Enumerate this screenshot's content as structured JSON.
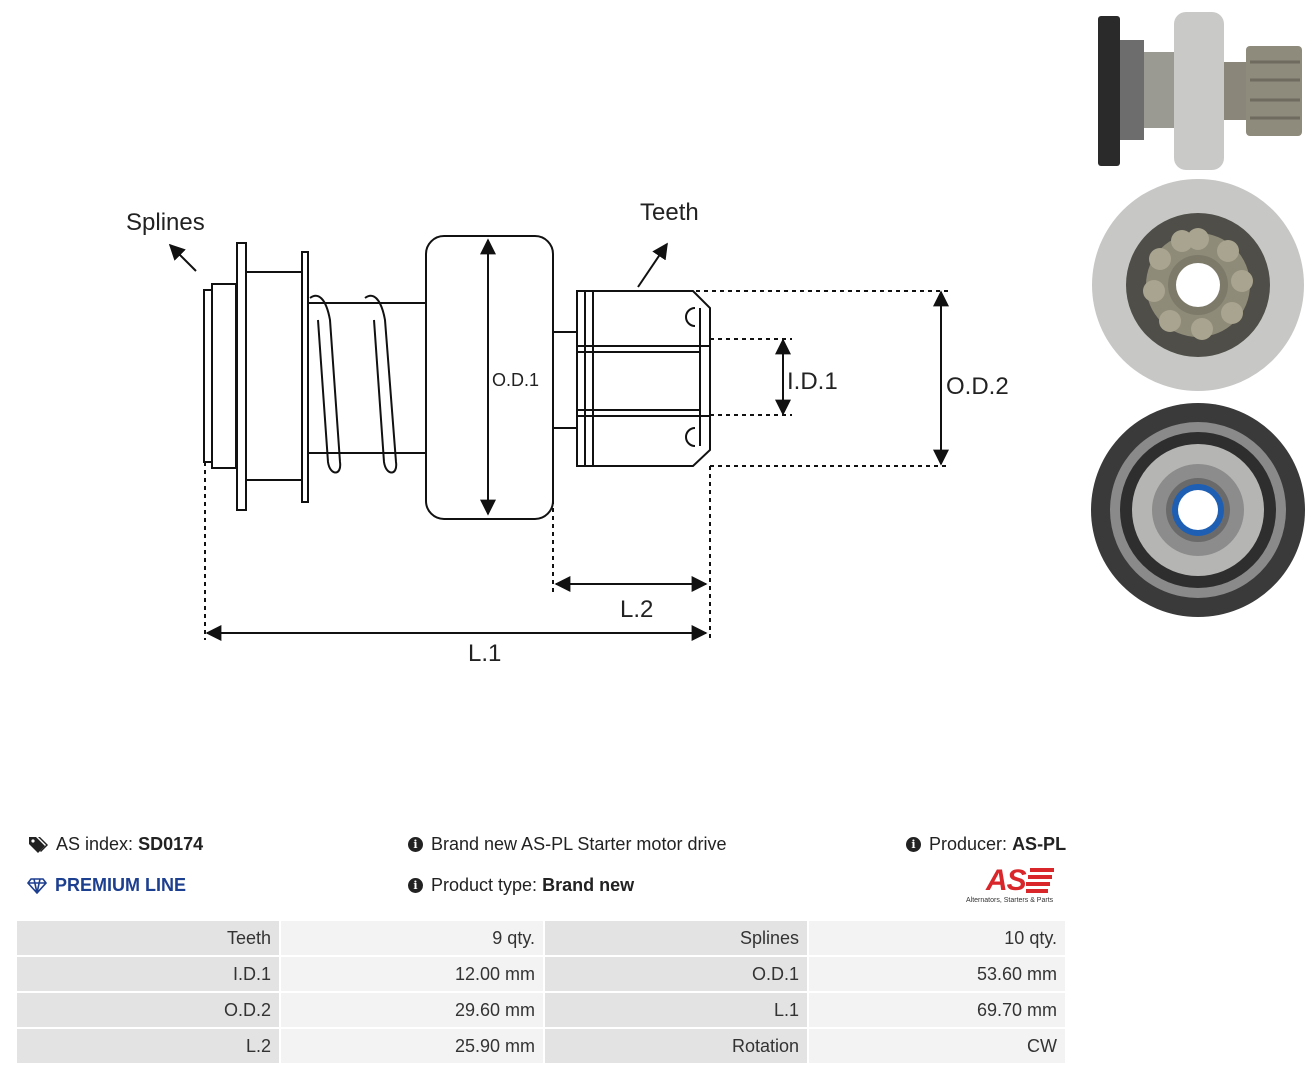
{
  "drawing": {
    "labels": {
      "splines": "Splines",
      "teeth": "Teeth",
      "od1": "O.D.1",
      "id1": "I.D.1",
      "od2": "O.D.2",
      "l1": "L.1",
      "l2": "L.2"
    }
  },
  "info": {
    "as_index_label": "AS index:",
    "as_index_value": "SD0174",
    "premium": "PREMIUM LINE",
    "description": "Brand new AS-PL Starter motor drive",
    "product_type_label": "Product type:",
    "product_type_value": "Brand new",
    "producer_label": "Producer:",
    "producer_value": "AS-PL",
    "logo_text": "AS",
    "logo_tagline": "Alternators, Starters & Parts"
  },
  "colors": {
    "premium": "#1d3f8f",
    "logo_red": "#d9262b"
  },
  "specs": {
    "rows": [
      {
        "k1": "Teeth",
        "v1": "9 qty.",
        "k2": "Splines",
        "v2": "10 qty."
      },
      {
        "k1": "I.D.1",
        "v1": "12.00 mm",
        "k2": "O.D.1",
        "v2": "53.60 mm"
      },
      {
        "k1": "O.D.2",
        "v1": "29.60 mm",
        "k2": "L.1",
        "v2": "69.70 mm"
      },
      {
        "k1": "L.2",
        "v1": "25.90 mm",
        "k2": "Rotation",
        "v2": "CW"
      }
    ]
  }
}
